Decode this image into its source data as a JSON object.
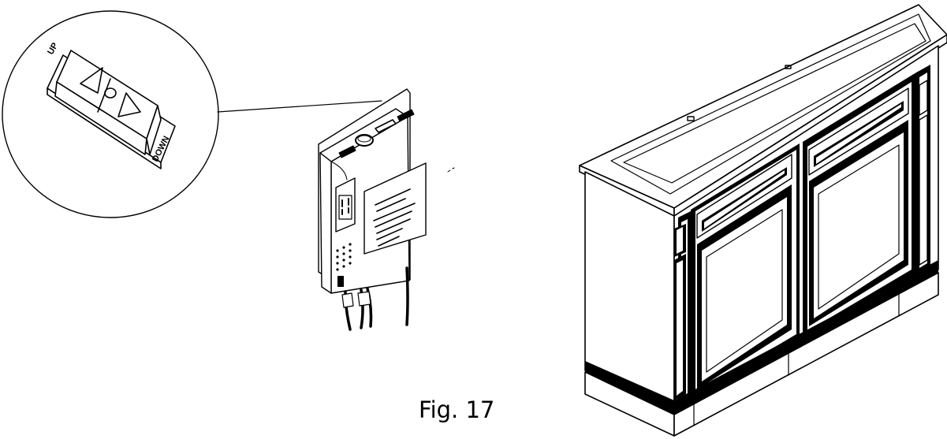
{
  "switch_labels": {
    "up": "UP",
    "down": "DOWN"
  },
  "caption": "Fig. 17",
  "colors": {
    "line": "#000000",
    "background": "#ffffff"
  }
}
